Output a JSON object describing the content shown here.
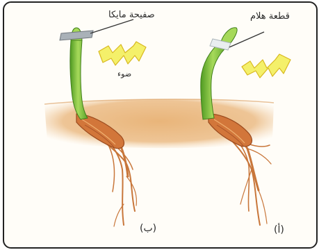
{
  "labels": {
    "mica_sheet": "صفيحة مايكا",
    "gelatin_piece": "قطعة هلام",
    "light": "ضوء",
    "panel_b": "(ب)",
    "panel_a": "(أ)"
  },
  "colors": {
    "soil": "#e7b47a",
    "stem": "#7fbf3a",
    "root": "#c8763a",
    "light_arrow": "#f4f06a",
    "frame": "#222222"
  },
  "icons": [
    "light-arrow-icon",
    "light-arrow-icon"
  ]
}
